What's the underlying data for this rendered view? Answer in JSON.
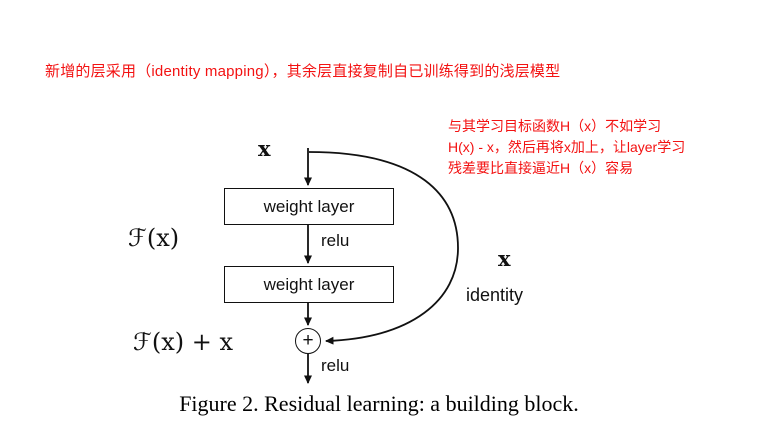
{
  "annotations": {
    "note_color": "#f31212",
    "top_note": "新增的层采用（identity mapping），其余层直接复制自已训练得到的浅层模型",
    "side_note_lines": [
      "与其学习目标函数H（x）不如学习",
      "H(x) - x，然后再将x加上，让layer学习",
      "残差要比直接逼近H（x）容易"
    ]
  },
  "diagram": {
    "input_label": "x",
    "weight_layer_1": "weight layer",
    "relu_1": "relu",
    "function_label": "ℱ(x)",
    "weight_layer_2": "weight layer",
    "plus_symbol": "+",
    "sum_output_label": "ℱ(x) + x",
    "relu_2": "relu",
    "skip_label": "x",
    "identity_label": "identity"
  },
  "caption": "Figure 2. Residual learning: a building block."
}
